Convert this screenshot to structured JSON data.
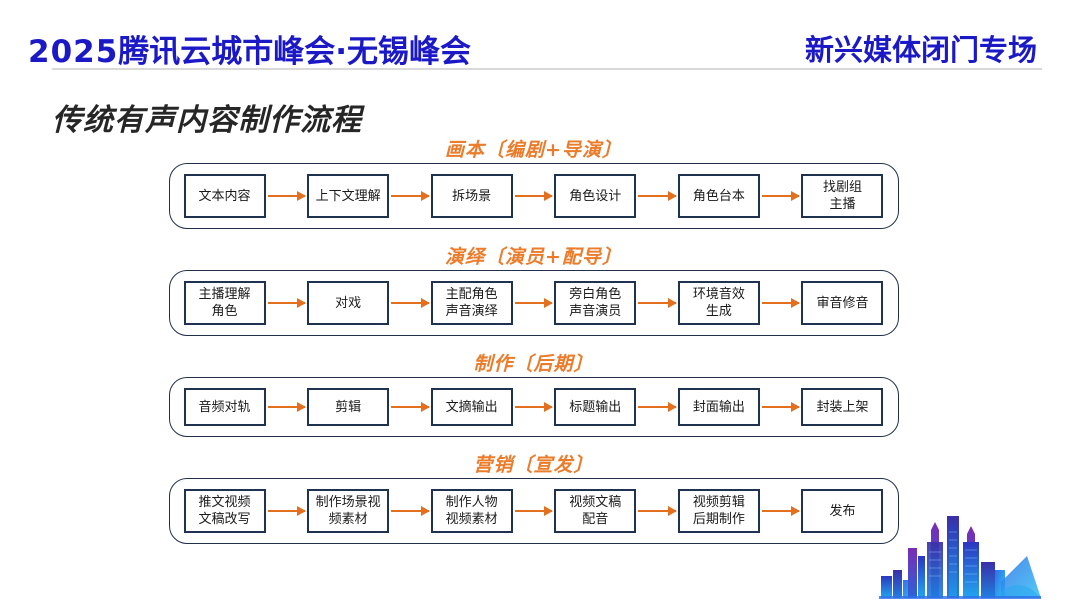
{
  "header": {
    "left_year": "2025",
    "left_title": "腾讯云城市峰会·无锡峰会",
    "right_title": "新兴媒体闭门专场"
  },
  "slide": {
    "title": "传统有声内容制作流程"
  },
  "colors": {
    "brand_blue": "#1b19c6",
    "accent_orange": "#ea7c2b",
    "arrow_orange": "#e2701f",
    "node_border": "#1f3250",
    "title_gray": "#262626"
  },
  "graphics": {
    "skyline": "city-skyline-illustration"
  },
  "flow": {
    "sections": [
      {
        "label": "画本〔编剧+导演〕",
        "nodes": [
          {
            "lines": [
              "文本内容"
            ]
          },
          {
            "lines": [
              "上下文理解"
            ]
          },
          {
            "lines": [
              "拆场景"
            ]
          },
          {
            "lines": [
              "角色设计"
            ]
          },
          {
            "lines": [
              "角色台本"
            ]
          },
          {
            "lines": [
              "找剧组",
              "主播"
            ]
          }
        ]
      },
      {
        "label": "演绎〔演员+配导〕",
        "nodes": [
          {
            "lines": [
              "主播理解",
              "角色"
            ]
          },
          {
            "lines": [
              "对戏"
            ]
          },
          {
            "lines": [
              "主配角色",
              "声音演绎"
            ]
          },
          {
            "lines": [
              "旁白角色",
              "声音演员"
            ]
          },
          {
            "lines": [
              "环境音效",
              "生成"
            ]
          },
          {
            "lines": [
              "审音修音"
            ]
          }
        ]
      },
      {
        "label": "制作〔后期〕",
        "nodes": [
          {
            "lines": [
              "音频对轨"
            ]
          },
          {
            "lines": [
              "剪辑"
            ]
          },
          {
            "lines": [
              "文摘输出"
            ]
          },
          {
            "lines": [
              "标题输出"
            ]
          },
          {
            "lines": [
              "封面输出"
            ]
          },
          {
            "lines": [
              "封装上架"
            ]
          }
        ]
      },
      {
        "label": "营销〔宣发〕",
        "nodes": [
          {
            "lines": [
              "推文视频",
              "文稿改写"
            ]
          },
          {
            "lines": [
              "制作场景视",
              "频素材"
            ]
          },
          {
            "lines": [
              "制作人物",
              "视频素材"
            ]
          },
          {
            "lines": [
              "视频文稿",
              "配音"
            ]
          },
          {
            "lines": [
              "视频剪辑",
              "后期制作"
            ]
          },
          {
            "lines": [
              "发布"
            ]
          }
        ]
      }
    ]
  }
}
